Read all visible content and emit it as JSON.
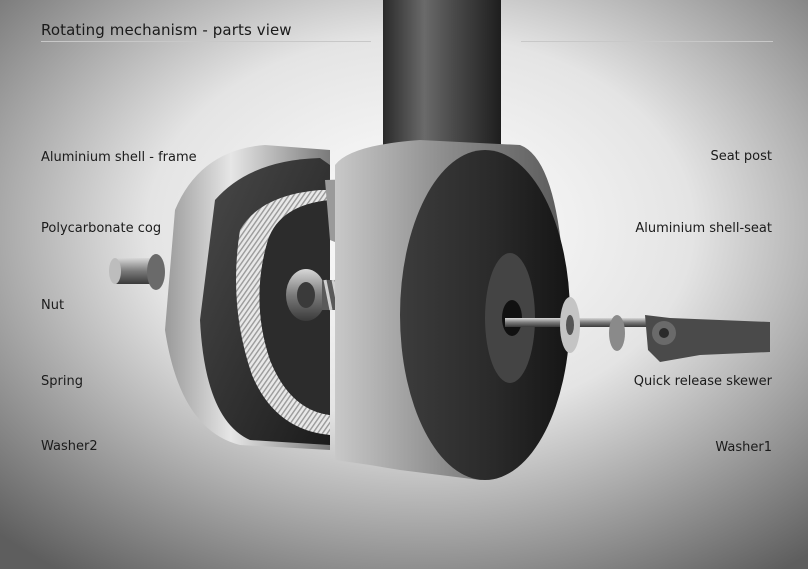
{
  "title": "Rotating mechanism - parts view",
  "labels": {
    "left": [
      "Aluminium shell - frame",
      "Polycarbonate cog",
      "Nut",
      "Spring",
      "Washer2"
    ],
    "right": [
      "Seat post",
      "Aluminium shell-seat",
      "Quick release skewer",
      "Washer1"
    ]
  },
  "colors": {
    "background_center": "#ffffff",
    "background_edge": "#5e5e5e",
    "metal_dark": "#1f1f1f",
    "metal_light": "#dcdcdc",
    "text": "#1b1b1b"
  }
}
